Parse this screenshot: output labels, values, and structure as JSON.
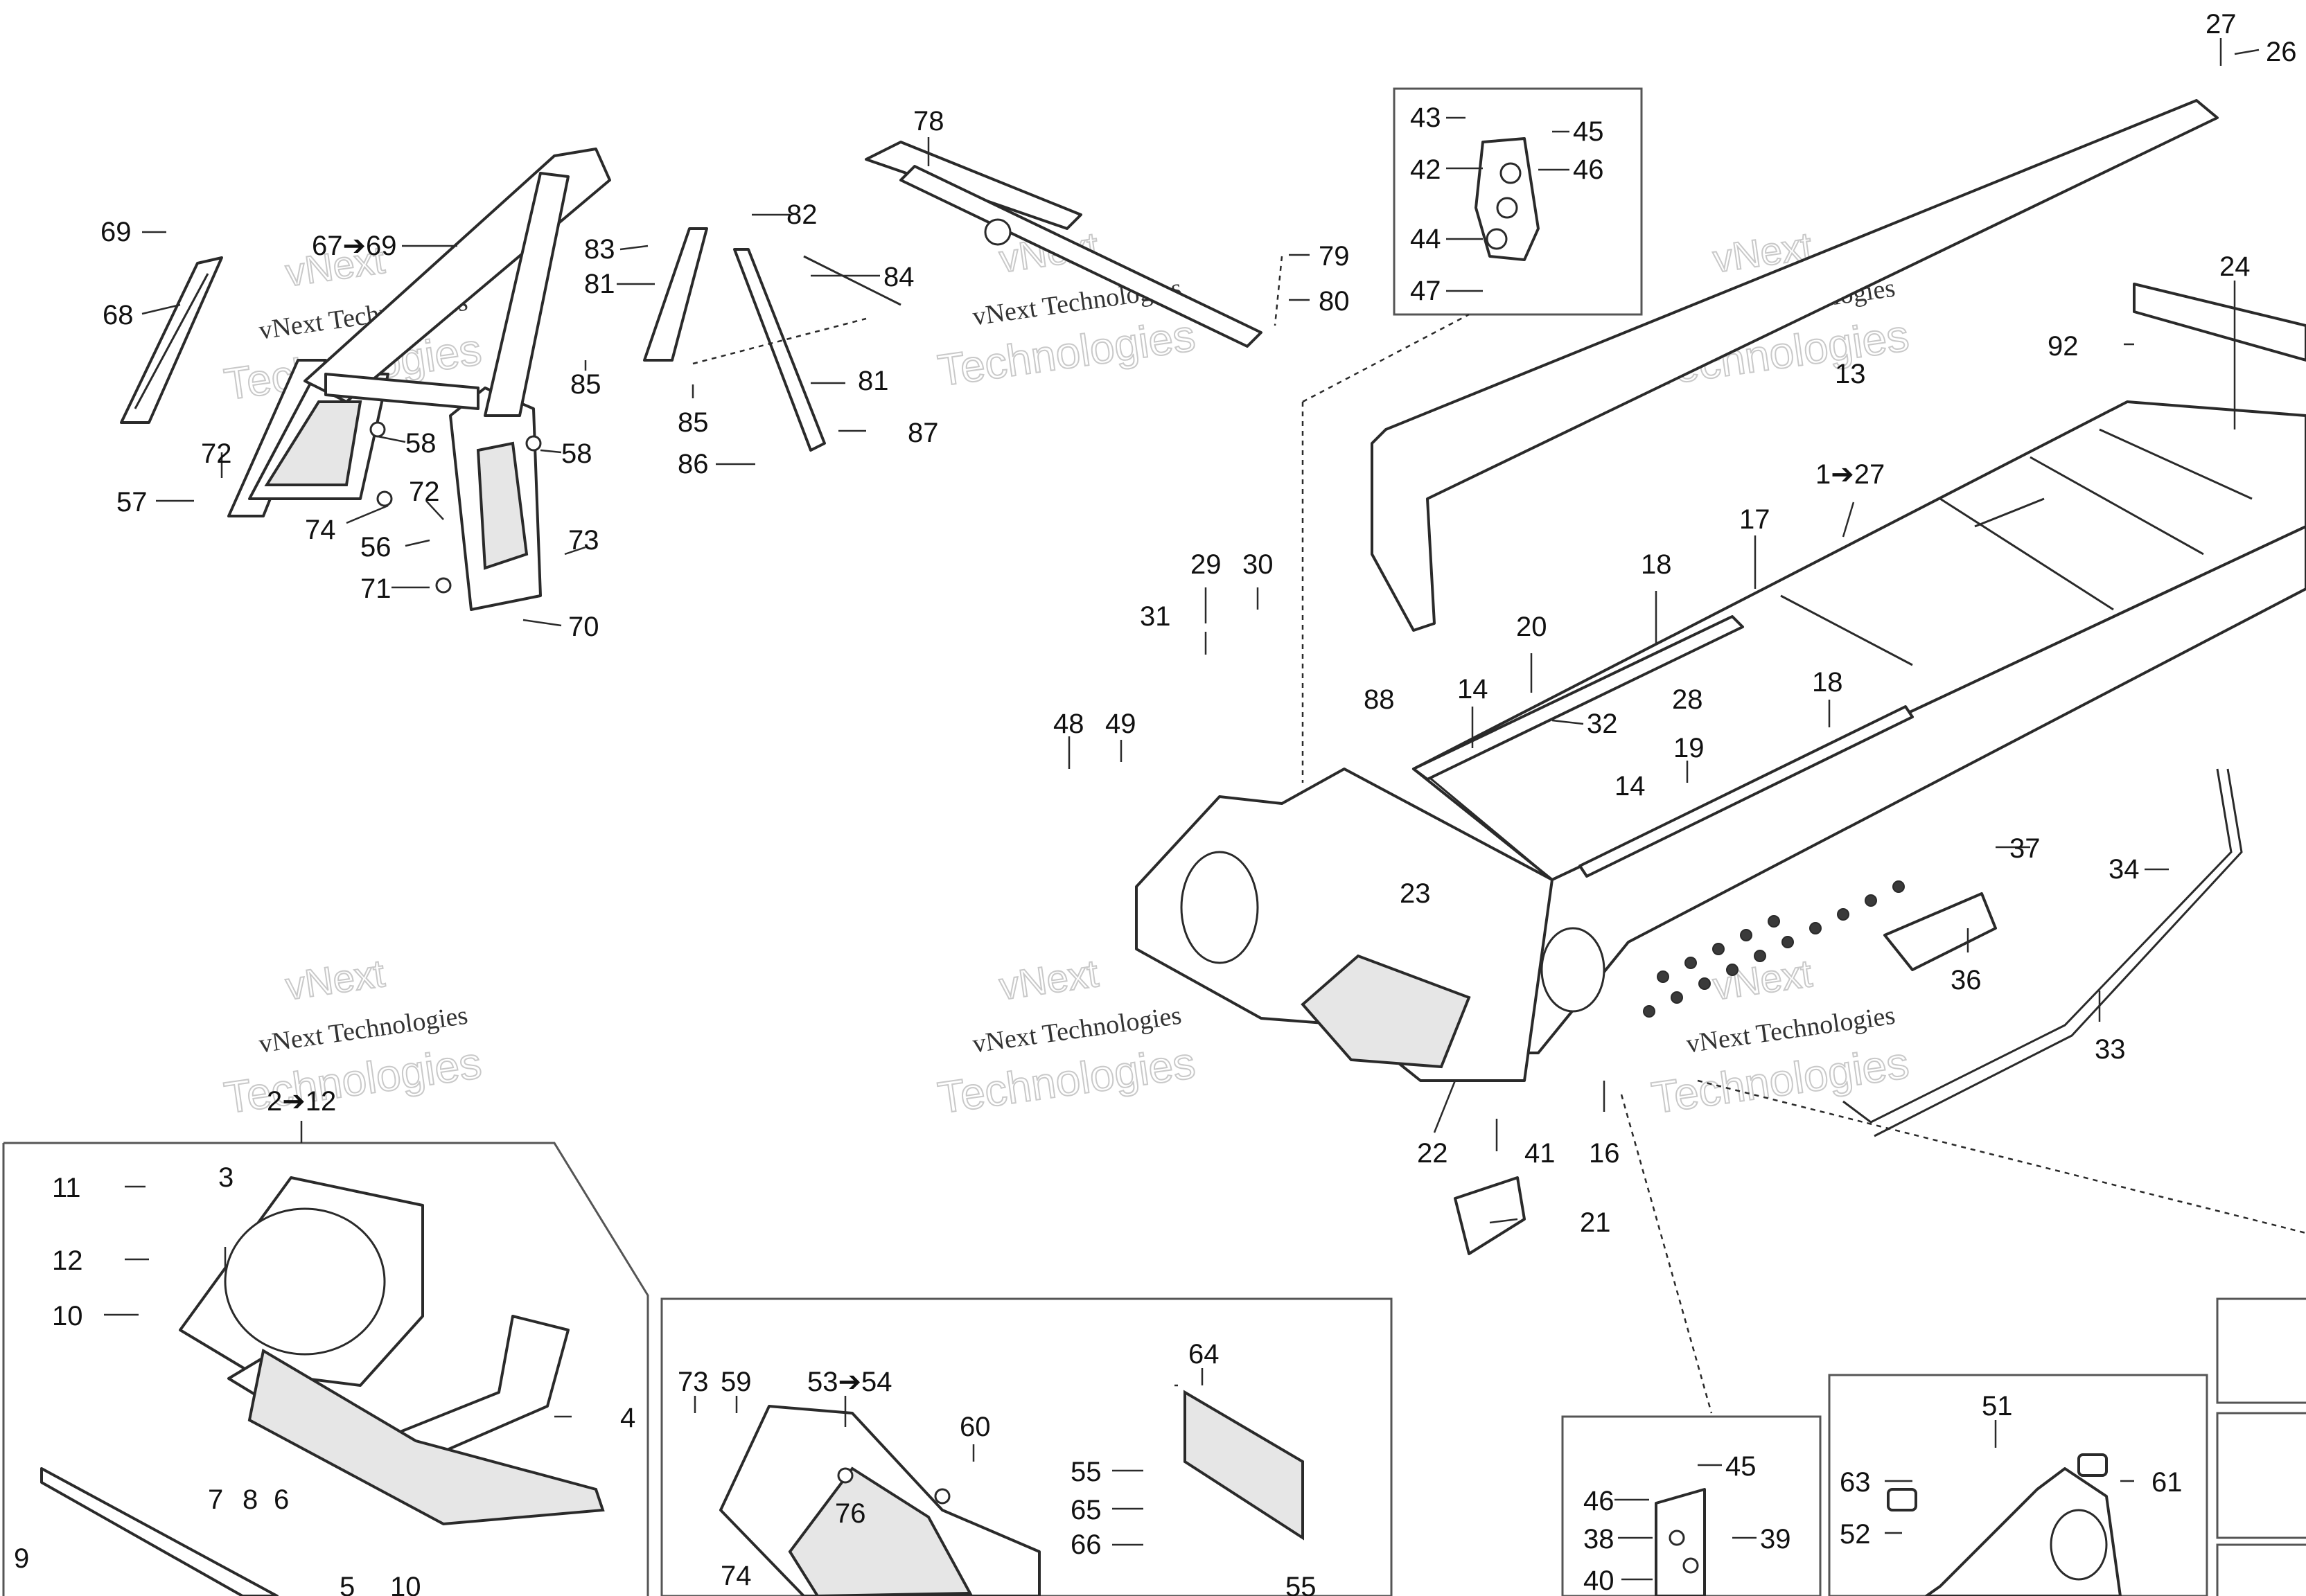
{
  "watermark": {
    "line1": "vNext Technologies",
    "line2": "Technologies",
    "line0": "vNext"
  },
  "callouts": {
    "c1_27": "1➔27",
    "c2_12": "2➔12",
    "c53_54": "53➔54",
    "c67_69": "67➔69",
    "n3": "3",
    "n4": "4",
    "n5": "5",
    "n6": "6",
    "n7": "7",
    "n8": "8",
    "n9": "9",
    "n10": "10",
    "n10b": "10",
    "n11": "11",
    "n12": "12",
    "n13": "13",
    "n14a": "14",
    "n14b": "14",
    "n16": "16",
    "n17": "17",
    "n18a": "18",
    "n18b": "18",
    "n19": "19",
    "n20": "20",
    "n21": "21",
    "n22": "22",
    "n23": "23",
    "n24": "24",
    "n26": "26",
    "n27": "27",
    "n28": "28",
    "n29": "29",
    "n30": "30",
    "n31": "31",
    "n32": "32",
    "n33": "33",
    "n34": "34",
    "n36": "36",
    "n37": "37",
    "n38": "38",
    "n39": "39",
    "n40": "40",
    "n41": "41",
    "n42": "42",
    "n43": "43",
    "n44": "44",
    "n45a": "45",
    "n45b": "45",
    "n46a": "46",
    "n46b": "46",
    "n47": "47",
    "n48": "48",
    "n49": "49",
    "n51": "51",
    "n52": "52",
    "n55a": "55",
    "n55b": "55",
    "n56": "56",
    "n57": "57",
    "n58a": "58",
    "n58b": "58",
    "n59": "59",
    "n60": "60",
    "n61": "61",
    "n63": "63",
    "n64": "64",
    "n65": "65",
    "n66": "66",
    "n68": "68",
    "n69": "69",
    "n70": "70",
    "n71": "71",
    "n72a": "72",
    "n72b": "72",
    "n73a": "73",
    "n73b": "73",
    "n74a": "74",
    "n74b": "74",
    "n76": "76",
    "n78": "78",
    "n79": "79",
    "n80": "80",
    "n81a": "81",
    "n81b": "81",
    "n82": "82",
    "n83": "83",
    "n84": "84",
    "n85a": "85",
    "n85b": "85",
    "n86": "86",
    "n87": "87",
    "n88": "88",
    "n92": "92"
  }
}
